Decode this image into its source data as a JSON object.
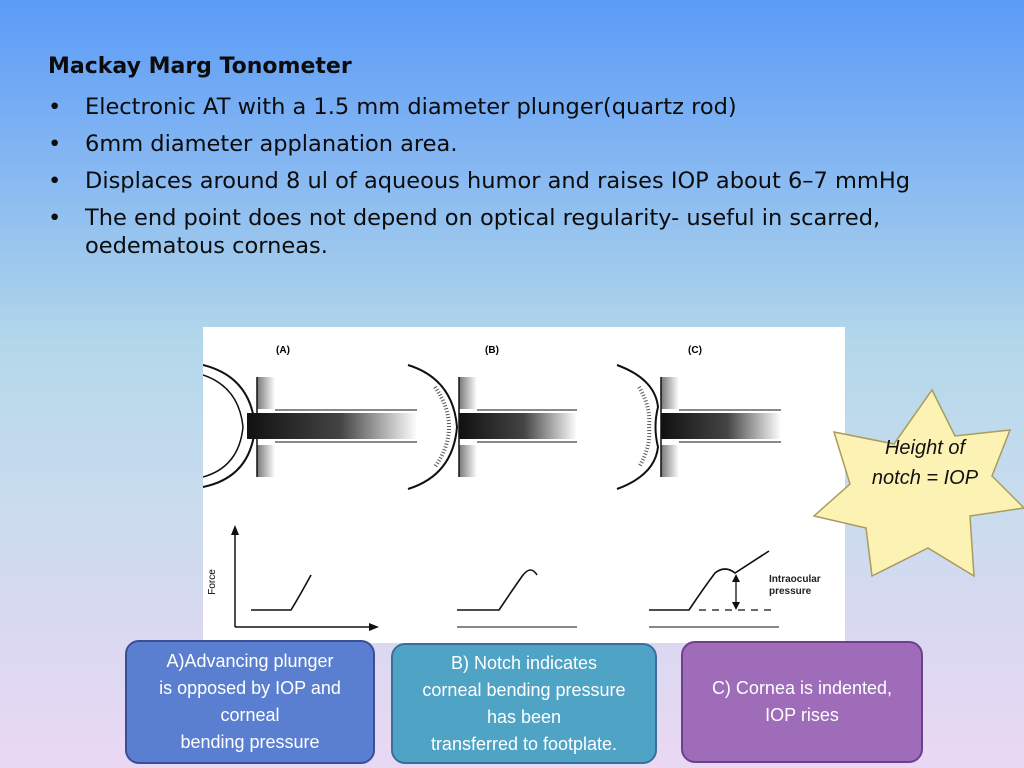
{
  "slide": {
    "title": "Mackay Marg Tonometer",
    "bullet_symbol": "•",
    "bullets": [
      "Electronic AT with a 1.5 mm diameter plunger(quartz rod)",
      "6mm diameter applanation area.",
      "Displaces around 8 ul of aqueous humor and raises IOP about 6–7 mmHg",
      "The end point does not depend on optical regularity- useful in scarred, oedematous corneas."
    ]
  },
  "figure": {
    "panel_labels": [
      "(A)",
      "(B)",
      "(C)"
    ],
    "y_axis_label": "Force",
    "annotation": "Intraocular\npressure"
  },
  "starburst": {
    "text": "Height of notch = IOP"
  },
  "callouts": [
    {
      "text": "A)Advancing plunger\nis opposed by IOP and\ncorneal\nbending pressure",
      "color": "#5b7fd0"
    },
    {
      "text": "B) Notch indicates\ncorneal bending pressure\nhas been\ntransferred to footplate.",
      "color": "#4fa3c5"
    },
    {
      "text": "C) Cornea is indented,\nIOP rises",
      "color": "#9e6cb8"
    }
  ]
}
